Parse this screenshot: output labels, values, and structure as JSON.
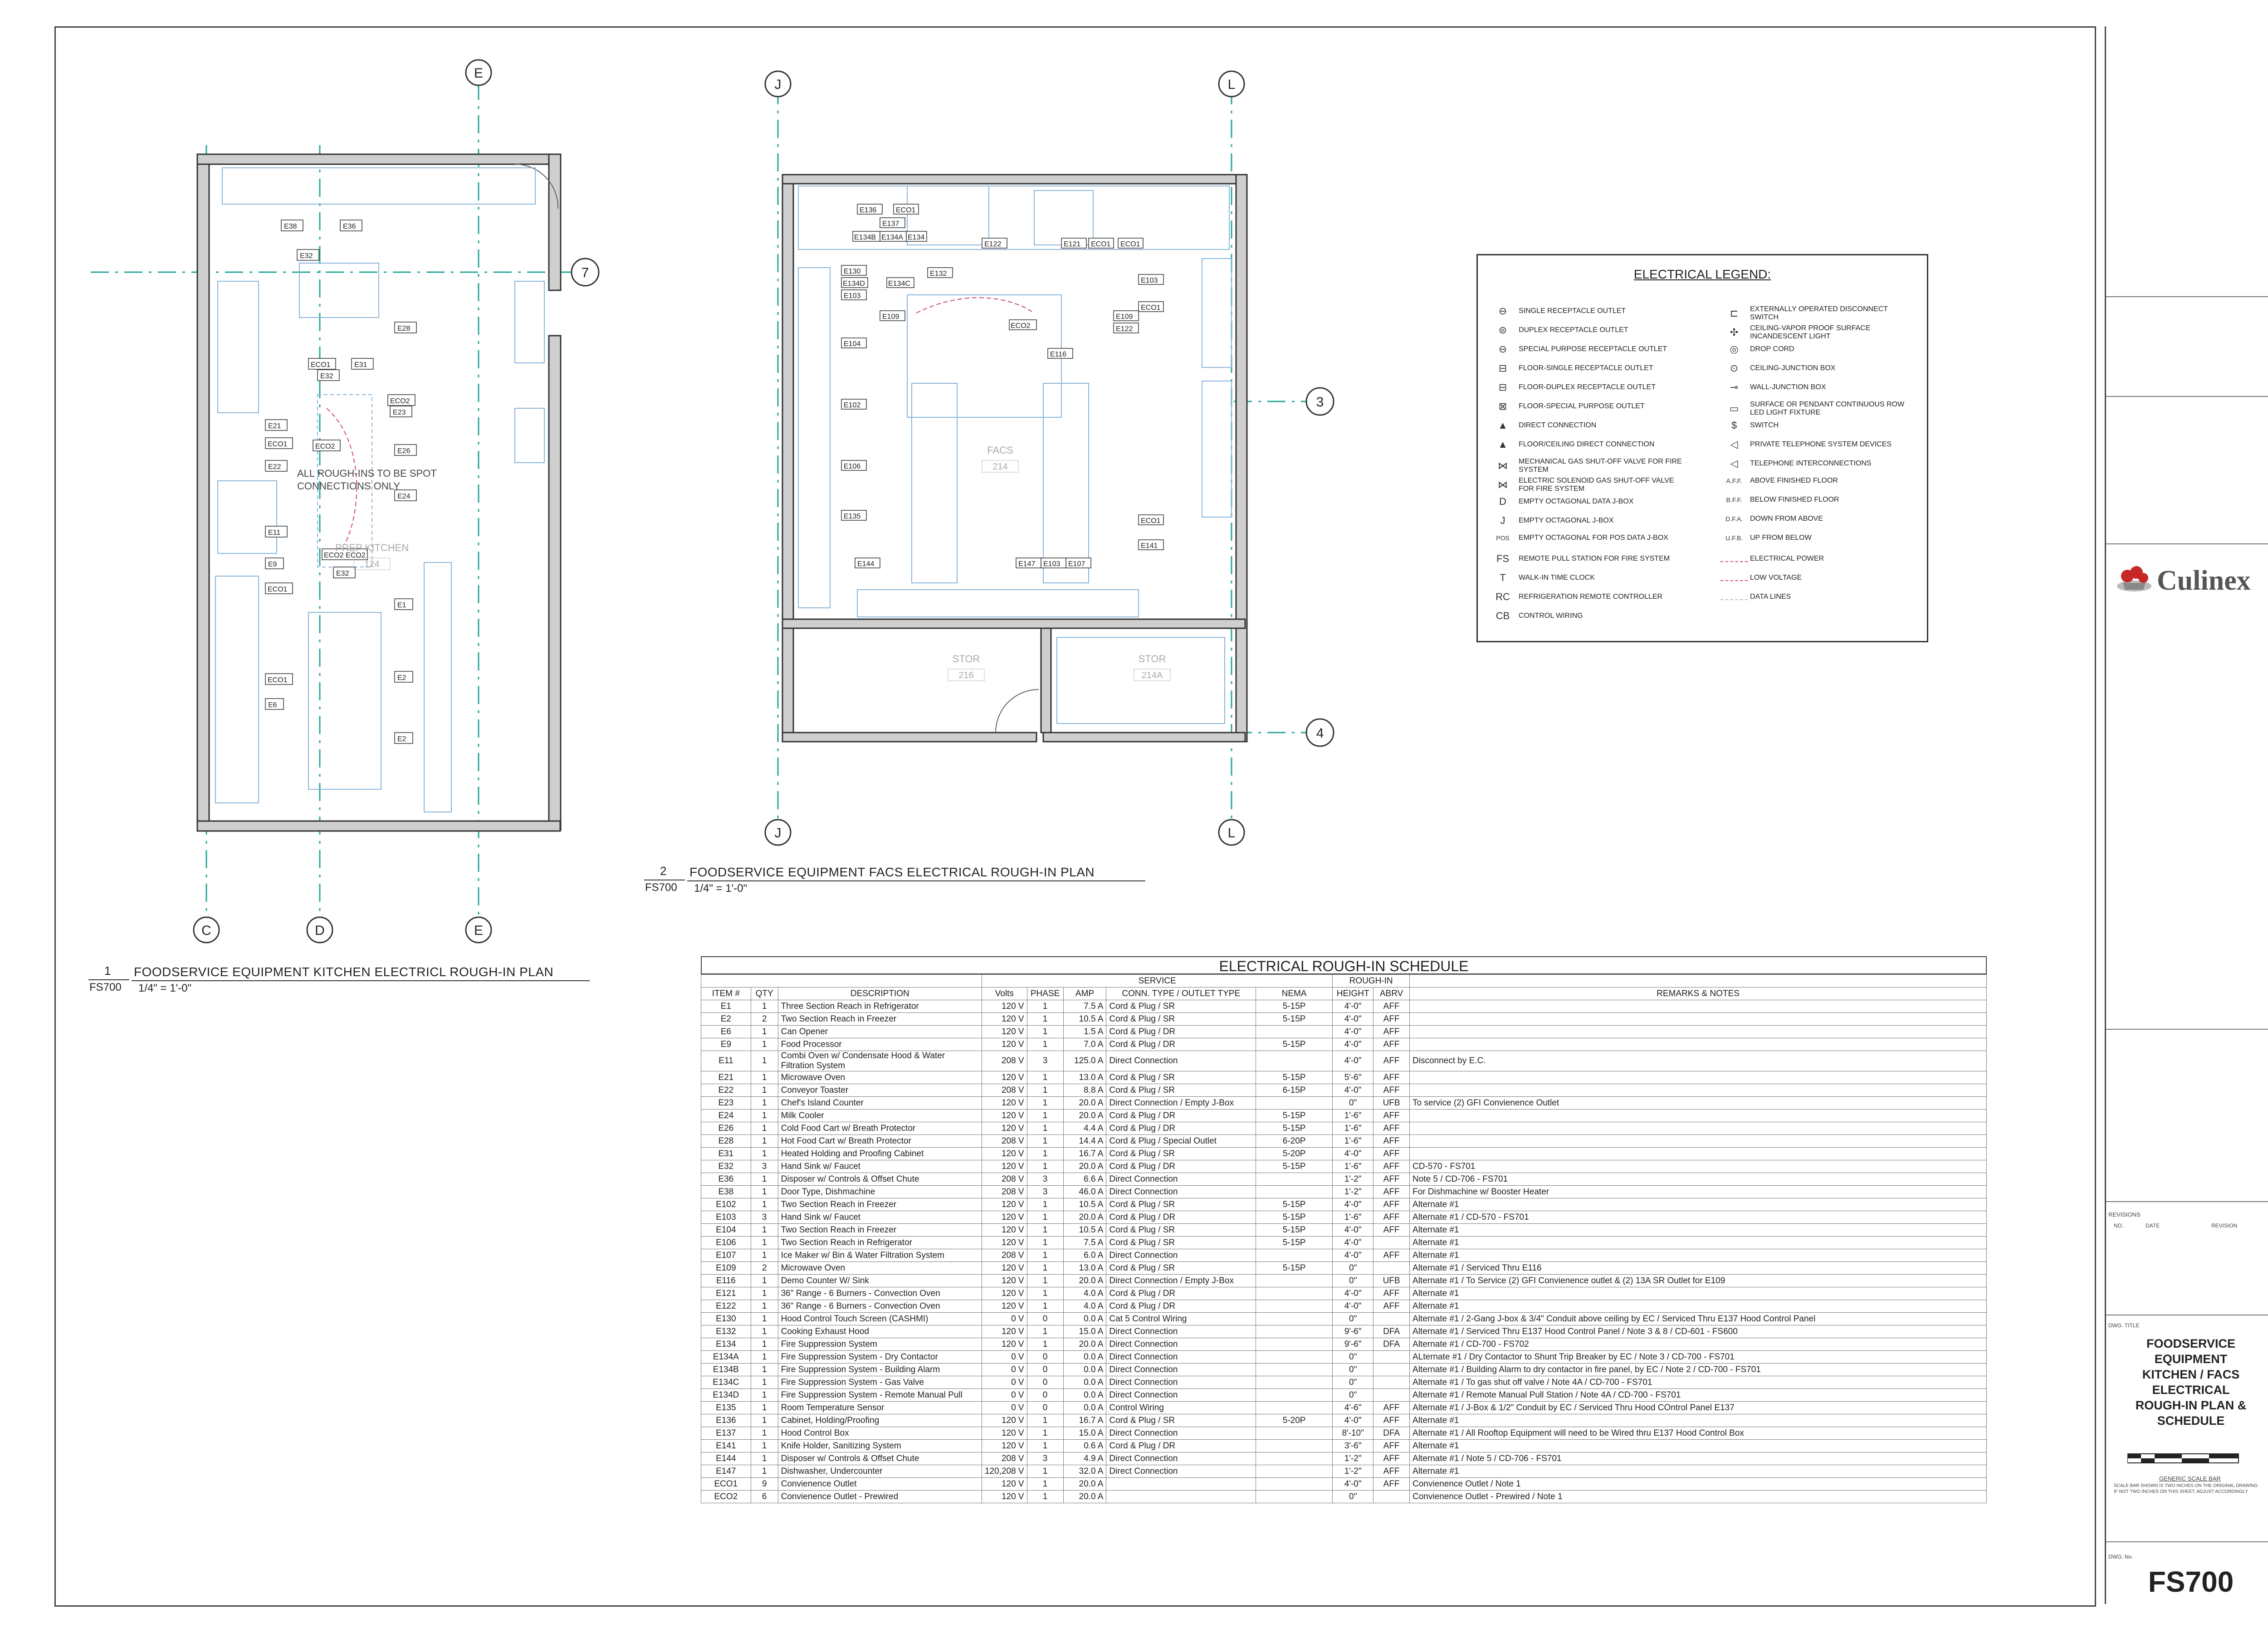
{
  "plan1": {
    "number": "1",
    "sheet": "FS700",
    "title": "FOODSERVICE EQUIPMENT KITCHEN ELECTRICL ROUGH-IN PLAN",
    "scale": "1/4\" = 1'-0\"",
    "room_name": "PREP KITCHEN",
    "room_number": "124",
    "note": "ALL ROUGH-INS TO BE SPOT CONNECTIONS ONLY",
    "grid_top": "E",
    "grid_right": "7",
    "grid_bottom": [
      "C",
      "D",
      "E"
    ],
    "tags": [
      "E38",
      "E36",
      "E32",
      "ECO1",
      "E31",
      "E32",
      "E28",
      "ECO2",
      "E23",
      "E21",
      "ECO1",
      "E22",
      "ECO2",
      "E26",
      "E24",
      "E11",
      "ECO2 ECO2",
      "E32",
      "E9",
      "ECO1",
      "E1",
      "ECO1",
      "E6",
      "E2",
      "E2"
    ]
  },
  "plan2": {
    "number": "2",
    "sheet": "FS700",
    "title": "FOODSERVICE EQUIPMENT FACS ELECTRICAL ROUGH-IN PLAN",
    "scale": "1/4\" = 1'-0\"",
    "room_name": "FACS",
    "room_number": "214",
    "stor1_name": "STOR",
    "stor1_number": "216",
    "stor2_name": "STOR",
    "stor2_number": "214A",
    "grid_top": [
      "J",
      "L"
    ],
    "grid_right": [
      "3",
      "4"
    ],
    "grid_bottom": [
      "J",
      "L"
    ],
    "tags": [
      "E136",
      "ECO1",
      "E137",
      "E134B",
      "E134A",
      "E134",
      "E122",
      "E121",
      "ECO1",
      "ECO1",
      "E130",
      "E134D",
      "E103",
      "E134C",
      "E132",
      "E103",
      "ECO1",
      "E109",
      "ECO2",
      "E109",
      "E122",
      "E116",
      "E104",
      "E102",
      "E106",
      "E135",
      "ECO1",
      "E141",
      "E144",
      "E147",
      "E103",
      "E107"
    ]
  },
  "legend": {
    "title": "ELECTRICAL LEGEND:",
    "left": [
      {
        "sym": "⊖",
        "label": "SINGLE RECEPTACLE OUTLET"
      },
      {
        "sym": "⊜",
        "label": "DUPLEX RECEPTACLE OUTLET"
      },
      {
        "sym": "⊖",
        "label": "SPECIAL PURPOSE RECEPTACLE OUTLET"
      },
      {
        "sym": "⊟",
        "label": "FLOOR-SINGLE RECEPTACLE OUTLET"
      },
      {
        "sym": "⊟",
        "label": "FLOOR-DUPLEX RECEPTACLE OUTLET"
      },
      {
        "sym": "⊠",
        "label": "FLOOR-SPECIAL PURPOSE OUTLET"
      },
      {
        "sym": "▲",
        "label": "DIRECT CONNECTION"
      },
      {
        "sym": "▲",
        "label": "FLOOR/CEILING DIRECT  CONNECTION"
      },
      {
        "sym": "⋈",
        "label": "MECHANICAL GAS SHUT-OFF VALVE FOR FIRE SYSTEM"
      },
      {
        "sym": "⋈",
        "label": "ELECTRIC SOLENOID GAS SHUT-OFF VALVE FOR FIRE SYSTEM"
      },
      {
        "sym": "D",
        "label": "EMPTY OCTAGONAL DATA J-BOX"
      },
      {
        "sym": "J",
        "label": "EMPTY OCTAGONAL J-BOX"
      },
      {
        "sym": "POS",
        "label": "EMPTY OCTAGONAL FOR POS DATA J-BOX"
      },
      {
        "sym": "FS",
        "label": "REMOTE PULL STATION FOR FIRE SYSTEM"
      },
      {
        "sym": "T",
        "label": "WALK-IN TIME CLOCK"
      },
      {
        "sym": "RC",
        "label": "REFRIGERATION REMOTE CONTROLLER"
      },
      {
        "sym": "CB",
        "label": "CONTROL WIRING"
      }
    ],
    "right": [
      {
        "sym": "⊏",
        "label": "EXTERNALLY OPERATED DISCONNECT SWITCH"
      },
      {
        "sym": "✣",
        "label": "CEILING-VAPOR PROOF SURFACE INCANDESCENT LIGHT"
      },
      {
        "sym": "◎",
        "label": "DROP CORD"
      },
      {
        "sym": "⊙",
        "label": "CEILING-JUNCTION BOX"
      },
      {
        "sym": "⊸",
        "label": "WALL-JUNCTION BOX"
      },
      {
        "sym": "▭",
        "label": "SURFACE OR PENDANT CONTINUOUS ROW LED LIGHT FIXTURE"
      },
      {
        "sym": "$",
        "label": "SWITCH"
      },
      {
        "sym": "◁",
        "label": "PRIVATE TELEPHONE SYSTEM DEVICES"
      },
      {
        "sym": "◁",
        "label": "TELEPHONE INTERCONNECTIONS"
      },
      {
        "sym": "A.F.F.",
        "label": "ABOVE FINISHED FLOOR"
      },
      {
        "sym": "B.F.F.",
        "label": "BELOW FINISHED FLOOR"
      },
      {
        "sym": "D.F.A.",
        "label": "DOWN FROM ABOVE"
      },
      {
        "sym": "U.F.B.",
        "label": "UP FROM BELOW"
      },
      {
        "sym": "",
        "label": "ELECTRICAL POWER",
        "line": "#d04a6a"
      },
      {
        "sym": "",
        "label": "LOW VOLTAGE",
        "line": "#d04a6a"
      },
      {
        "sym": "",
        "label": "DATA LINES",
        "line": "#bbbbbb"
      }
    ]
  },
  "schedule": {
    "title": "ELECTRICAL ROUGH-IN SCHEDULE",
    "group_service": "SERVICE",
    "group_roughin": "ROUGH-IN",
    "headers": [
      "ITEM #",
      "QTY",
      "DESCRIPTION",
      "Volts",
      "PHASE",
      "AMP",
      "CONN. TYPE / OUTLET TYPE",
      "NEMA",
      "HEIGHT",
      "ABRV",
      "REMARKS & NOTES"
    ],
    "rows": [
      [
        "E1",
        "1",
        "Three Section Reach in Refrigerator",
        "120 V",
        "1",
        "7.5 A",
        "Cord & Plug / SR",
        "5-15P",
        "4'-0\"",
        "AFF",
        ""
      ],
      [
        "E2",
        "2",
        "Two Section Reach in Freezer",
        "120 V",
        "1",
        "10.5 A",
        "Cord & Plug / SR",
        "5-15P",
        "4'-0\"",
        "AFF",
        ""
      ],
      [
        "E6",
        "1",
        "Can Opener",
        "120 V",
        "1",
        "1.5 A",
        "Cord & Plug / DR",
        "",
        "4'-0\"",
        "AFF",
        ""
      ],
      [
        "E9",
        "1",
        "Food Processor",
        "120 V",
        "1",
        "7.0 A",
        "Cord & Plug / DR",
        "5-15P",
        "4'-0\"",
        "AFF",
        ""
      ],
      [
        "E11",
        "1",
        "Combi Oven w/ Condensate Hood & Water Filtration System",
        "208 V",
        "3",
        "125.0 A",
        "Direct Connection",
        "",
        "4'-0\"",
        "AFF",
        "Disconnect by E.C."
      ],
      [
        "E21",
        "1",
        "Microwave Oven",
        "120 V",
        "1",
        "13.0 A",
        "Cord & Plug / SR",
        "5-15P",
        "5'-6\"",
        "AFF",
        ""
      ],
      [
        "E22",
        "1",
        "Conveyor Toaster",
        "208 V",
        "1",
        "8.8 A",
        "Cord & Plug / SR",
        "6-15P",
        "4'-0\"",
        "AFF",
        ""
      ],
      [
        "E23",
        "1",
        "Chef's Island Counter",
        "120 V",
        "1",
        "20.0 A",
        "Direct Connection / Empty J-Box",
        "",
        "0\"",
        "UFB",
        "To service (2) GFI Convienence Outlet"
      ],
      [
        "E24",
        "1",
        "Milk Cooler",
        "120 V",
        "1",
        "20.0 A",
        "Cord & Plug / DR",
        "5-15P",
        "1'-6\"",
        "AFF",
        ""
      ],
      [
        "E26",
        "1",
        "Cold Food Cart w/ Breath Protector",
        "120 V",
        "1",
        "4.4 A",
        "Cord & Plug / DR",
        "5-15P",
        "1'-6\"",
        "AFF",
        ""
      ],
      [
        "E28",
        "1",
        "Hot Food Cart w/ Breath Protector",
        "208 V",
        "1",
        "14.4 A",
        "Cord & Plug / Special Outlet",
        "6-20P",
        "1'-6\"",
        "AFF",
        ""
      ],
      [
        "E31",
        "1",
        "Heated Holding and Proofing Cabinet",
        "120 V",
        "1",
        "16.7 A",
        "Cord & Plug / SR",
        "5-20P",
        "4'-0\"",
        "AFF",
        ""
      ],
      [
        "E32",
        "3",
        "Hand Sink w/ Faucet",
        "120 V",
        "1",
        "20.0 A",
        "Cord & Plug / DR",
        "5-15P",
        "1'-6\"",
        "AFF",
        "CD-570 - FS701"
      ],
      [
        "E36",
        "1",
        "Disposer w/ Controls & Offset Chute",
        "208 V",
        "3",
        "6.6 A",
        "Direct Connection",
        "",
        "1'-2\"",
        "AFF",
        "Note 5 / CD-706 - FS701"
      ],
      [
        "E38",
        "1",
        "Door Type, Dishmachine",
        "208 V",
        "3",
        "46.0 A",
        "Direct Connection",
        "",
        "1'-2\"",
        "AFF",
        "For Dishmachine w/ Booster Heater"
      ],
      [
        "E102",
        "1",
        "Two Section Reach in Freezer",
        "120 V",
        "1",
        "10.5 A",
        "Cord & Plug / SR",
        "5-15P",
        "4'-0\"",
        "AFF",
        "Alternate #1"
      ],
      [
        "E103",
        "3",
        "Hand Sink w/ Faucet",
        "120 V",
        "1",
        "20.0 A",
        "Cord & Plug / DR",
        "5-15P",
        "1'-6\"",
        "AFF",
        "Alternate #1 / CD-570 - FS701"
      ],
      [
        "E104",
        "1",
        "Two Section Reach in Freezer",
        "120 V",
        "1",
        "10.5 A",
        "Cord & Plug / SR",
        "5-15P",
        "4'-0\"",
        "AFF",
        "Alternate #1"
      ],
      [
        "E106",
        "1",
        "Two Section Reach in Refrigerator",
        "120 V",
        "1",
        "7.5 A",
        "Cord & Plug / SR",
        "5-15P",
        "4'-0\"",
        "",
        "Alternate #1"
      ],
      [
        "E107",
        "1",
        "Ice Maker w/ Bin & Water Filtration System",
        "208 V",
        "1",
        "6.0 A",
        "Direct Connection",
        "",
        "4'-0\"",
        "AFF",
        "Alternate #1"
      ],
      [
        "E109",
        "2",
        "Microwave Oven",
        "120 V",
        "1",
        "13.0 A",
        "Cord & Plug / SR",
        "5-15P",
        "0\"",
        "",
        "Alternate #1 / Serviced Thru E116"
      ],
      [
        "E116",
        "1",
        "Demo Counter W/ Sink",
        "120 V",
        "1",
        "20.0 A",
        "Direct Connection / Empty J-Box",
        "",
        "0\"",
        "UFB",
        "Alternate #1 / To Service (2) GFI Convienence outlet & (2) 13A SR Outlet for E109"
      ],
      [
        "E121",
        "1",
        "36\" Range - 6 Burners - Convection Oven",
        "120 V",
        "1",
        "4.0 A",
        "Cord & Plug / DR",
        "",
        "4'-0\"",
        "AFF",
        "Alternate #1"
      ],
      [
        "E122",
        "1",
        "36\" Range - 6 Burners - Convection Oven",
        "120 V",
        "1",
        "4.0 A",
        "Cord & Plug / DR",
        "",
        "4'-0\"",
        "AFF",
        "Alternate #1"
      ],
      [
        "E130",
        "1",
        "Hood Control Touch Screen (CASHMI)",
        "0 V",
        "0",
        "0.0 A",
        "Cat 5 Control Wiring",
        "",
        "0\"",
        "",
        "Alternate #1 / 2-Gang J-box & 3/4\" Conduit above ceiling by EC / Serviced Thru E137 Hood Control Panel"
      ],
      [
        "E132",
        "1",
        "Cooking Exhaust Hood",
        "120 V",
        "1",
        "15.0 A",
        "Direct Connection",
        "",
        "9'-6\"",
        "DFA",
        "Alternate #1 / Serviced Thru E137 Hood Control Panel / Note 3 & 8 / CD-601 - FS600"
      ],
      [
        "E134",
        "1",
        "Fire Suppression System",
        "120 V",
        "1",
        "20.0 A",
        "Direct Connection",
        "",
        "9'-6\"",
        "DFA",
        "Alternate #1 / CD-700 - FS702"
      ],
      [
        "E134A",
        "1",
        "Fire Suppression System - Dry Contactor",
        "0 V",
        "0",
        "0.0 A",
        "Direct Connection",
        "",
        "0\"",
        "",
        "ALternate #1 / Dry Contactor to Shunt Trip Breaker by EC / Note 3 / CD-700 - FS701"
      ],
      [
        "E134B",
        "1",
        "Fire Suppression System - Building Alarm",
        "0 V",
        "0",
        "0.0 A",
        "Direct Connection",
        "",
        "0\"",
        "",
        "Alternate #1 / Building Alarm to dry contactor in fire panel, by EC / Note 2 / CD-700 - FS701"
      ],
      [
        "E134C",
        "1",
        "Fire Suppression System - Gas Valve",
        "0 V",
        "0",
        "0.0 A",
        "Direct Connection",
        "",
        "0\"",
        "",
        "Alternate #1 / To gas shut off valve / Note 4A / CD-700 - FS701"
      ],
      [
        "E134D",
        "1",
        "Fire Suppression System - Remote Manual Pull",
        "0 V",
        "0",
        "0.0 A",
        "Direct Connection",
        "",
        "0\"",
        "",
        "Alternate #1 / Remote Manual Pull Station / Note 4A / CD-700 - FS701"
      ],
      [
        "E135",
        "1",
        "Room Temperature Sensor",
        "0 V",
        "0",
        "0.0 A",
        "Control Wiring",
        "",
        "4'-6\"",
        "AFF",
        "Alternate #1 / J-Box & 1/2\" Conduit by EC / Serviced Thru Hood COntrol Panel E137"
      ],
      [
        "E136",
        "1",
        "Cabinet, Holding/Proofing",
        "120 V",
        "1",
        "16.7 A",
        "Cord & Plug / SR",
        "5-20P",
        "4'-0\"",
        "AFF",
        "Alternate #1"
      ],
      [
        "E137",
        "1",
        "Hood Control Box",
        "120 V",
        "1",
        "15.0 A",
        "Direct Connection",
        "",
        "8'-10\"",
        "DFA",
        "Alternate #1 / All Rooftop Equipment will need to be Wired thru E137 Hood Control Box"
      ],
      [
        "E141",
        "1",
        "Knife Holder, Sanitizing System",
        "120 V",
        "1",
        "0.6 A",
        "Cord & Plug / DR",
        "",
        "3'-6\"",
        "AFF",
        "Alternate #1"
      ],
      [
        "E144",
        "1",
        "Disposer w/ Controls & Offset Chute",
        "208 V",
        "3",
        "4.9 A",
        "Direct Connection",
        "",
        "1'-2\"",
        "AFF",
        "Alternate #1 / Note 5 / CD-706 - FS701"
      ],
      [
        "E147",
        "1",
        "Dishwasher, Undercounter",
        "120,208 V",
        "1",
        "32.0 A",
        "Direct Connection",
        "",
        "1'-2\"",
        "AFF",
        "Alternate #1"
      ],
      [
        "ECO1",
        "9",
        "Convienence Outlet",
        "120 V",
        "1",
        "20.0 A",
        "",
        "",
        "4'-0\"",
        "AFF",
        "Convienence Outlet  / Note 1"
      ],
      [
        "ECO2",
        "6",
        "Convienence Outlet - Prewired",
        "120 V",
        "1",
        "20.0 A",
        "",
        "",
        "0\"",
        "",
        "Convienence Outlet - Prewired / Note 1"
      ]
    ]
  },
  "title_block": {
    "logo_text": "Culinex",
    "revisions_label": "REVISIONS",
    "rev_no": "NO.",
    "rev_date": "DATE",
    "rev_revision": "REVISION",
    "dwg_title_label": "DWG. TITLE",
    "dwg_title_lines": [
      "FOODSERVICE EQUIPMENT",
      "KITCHEN / FACS ELECTRICAL",
      "ROUGH-IN PLAN & SCHEDULE"
    ],
    "scale_bar_label": "GENERIC SCALE BAR",
    "scale_bar_note1": "SCALE BAR SHOWN IS TWO INCHES ON THE ORIGINAL DRAWING",
    "scale_bar_note2": "IF NOT TWO INCHES ON THIS SHEET, ADJUST ACCORDINGLY",
    "dwg_no_label": "DWG. No.",
    "dwg_no": "FS700"
  }
}
